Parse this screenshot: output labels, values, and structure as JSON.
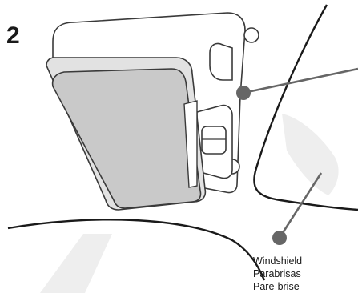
{
  "step": {
    "number": "2"
  },
  "windshield_callout": {
    "labels": [
      "Windshield",
      "Parabrisas",
      "Pare-brise"
    ]
  },
  "colors": {
    "outline": "#3a3a3a",
    "card_fill": "#c9c9c9",
    "card_back_fill": "#e2e2e2",
    "bracket_fill": "#ffffff",
    "glass_shade": "#eeeeee",
    "leader": "#666666",
    "callout_dot": "#666666"
  }
}
